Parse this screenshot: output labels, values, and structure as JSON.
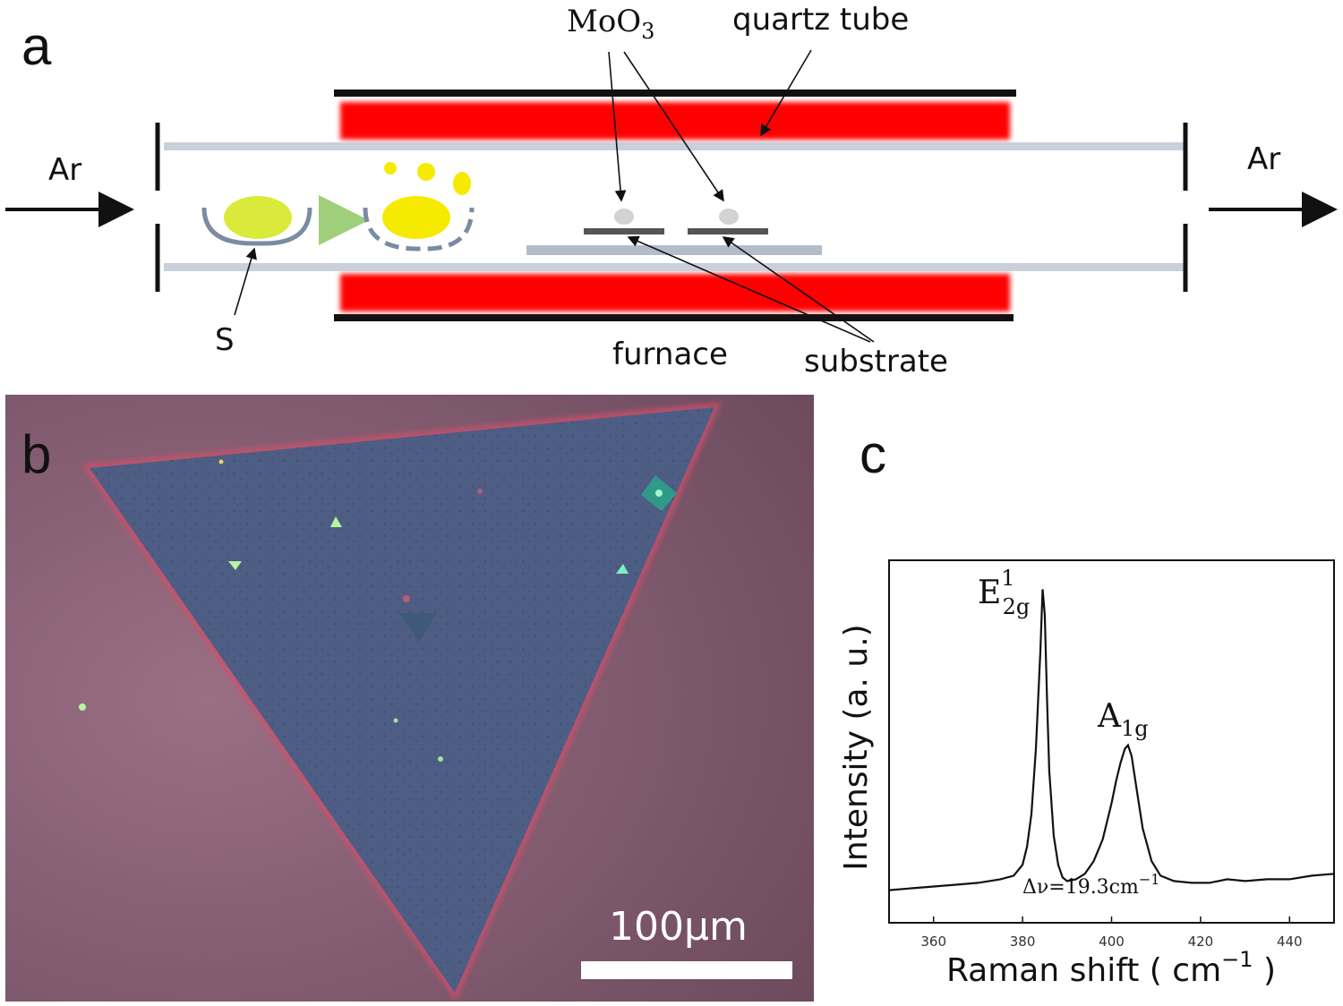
{
  "panel_a": {
    "letter": "a",
    "ar_in": "Ar",
    "ar_out": "Ar",
    "moo3_base": "MoO",
    "moo3_sub": "3",
    "quartz_tube": "quartz tube",
    "sulfur": "S",
    "furnace": "furnace",
    "substrate": "substrate",
    "colors": {
      "heater": "#ff0000",
      "tube": "#c9d0dc",
      "sulfur": "#d9ea3a",
      "sulfur_vapor": "#f5ea00",
      "boat": "#7a8ba3",
      "arrow_green": "#9fcf7a"
    }
  },
  "panel_b": {
    "letter": "b",
    "scale_label": "100μm",
    "colors": {
      "background": "#8a6278",
      "crystal": "#4e5d84",
      "edge": "#d0506a",
      "nucleus": "#7cf0c0"
    }
  },
  "panel_c": {
    "letter": "c",
    "peak1_base": "E",
    "peak1_sub": "2g",
    "peak1_sup": "1",
    "peak2_base": "A",
    "peak2_sub": "1g",
    "delta": "Δν=19.3cm",
    "delta_sup": "−1",
    "ylabel": "Intensity (a. u.)",
    "xlabel_main": "Raman shift ( cm",
    "xlabel_sup": "−1",
    "xlabel_end": " )"
  },
  "chart_data": {
    "type": "line",
    "title": "",
    "xlabel": "Raman shift ( cm−1 )",
    "ylabel": "Intensity (a. u.)",
    "xlim": [
      350,
      450
    ],
    "ylim": [
      0,
      1
    ],
    "xticks": [
      360,
      380,
      400,
      420,
      440
    ],
    "grid": false,
    "series": [
      {
        "x": [
          350,
          355,
          360,
          365,
          370,
          375,
          378,
          380,
          381,
          382,
          383,
          384,
          384.5,
          385,
          385.5,
          386,
          387,
          388,
          389,
          390,
          392,
          394,
          396,
          398,
          400,
          401,
          402,
          403,
          403.7,
          404.5,
          405.5,
          407,
          409,
          411,
          414,
          418,
          422,
          426,
          430,
          435,
          440,
          445,
          450
        ],
        "y": [
          0.09,
          0.095,
          0.1,
          0.105,
          0.11,
          0.12,
          0.13,
          0.16,
          0.21,
          0.3,
          0.48,
          0.75,
          0.92,
          0.85,
          0.62,
          0.42,
          0.24,
          0.16,
          0.125,
          0.115,
          0.12,
          0.135,
          0.17,
          0.23,
          0.33,
          0.39,
          0.44,
          0.48,
          0.49,
          0.46,
          0.38,
          0.26,
          0.17,
          0.13,
          0.115,
          0.11,
          0.11,
          0.12,
          0.115,
          0.12,
          0.12,
          0.13,
          0.135
        ]
      }
    ],
    "annotations": [
      "E2g1",
      "A1g",
      "Δν=19.3cm−1"
    ]
  }
}
